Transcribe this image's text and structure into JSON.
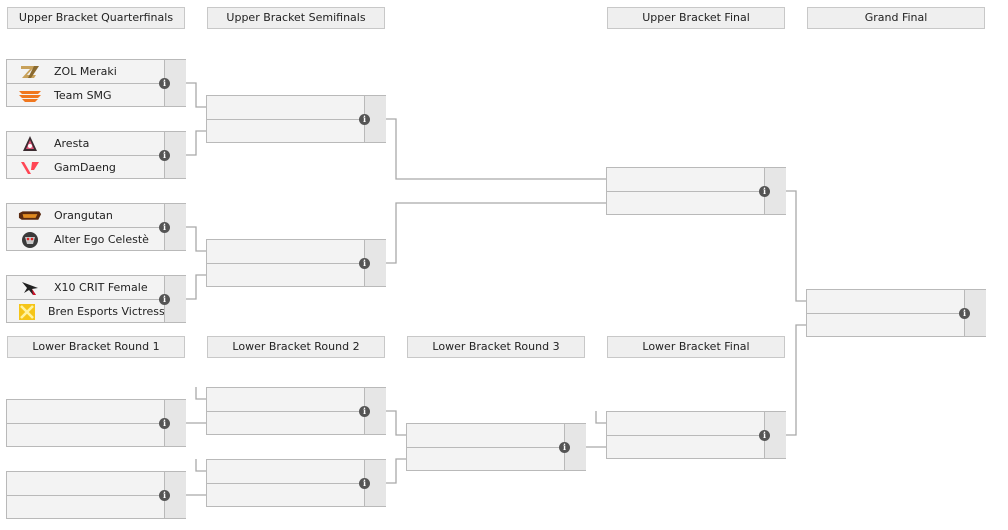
{
  "columns": {
    "ub_qf": "Upper Bracket Quarterfinals",
    "ub_sf": "Upper Bracket Semifinals",
    "ub_final": "Upper Bracket Final",
    "grand_final": "Grand Final",
    "lb_r1": "Lower Bracket Round 1",
    "lb_r2": "Lower Bracket Round 2",
    "lb_r3": "Lower Bracket Round 3",
    "lb_final": "Lower Bracket Final"
  },
  "info_glyph": "i",
  "ub_qf": [
    {
      "team1": {
        "name": "ZOL Meraki",
        "logo": "zol-meraki-logo"
      },
      "team2": {
        "name": "Team SMG",
        "logo": "team-smg-logo"
      }
    },
    {
      "team1": {
        "name": "Aresta",
        "logo": "aresta-logo"
      },
      "team2": {
        "name": "GamDaeng",
        "logo": "gamdaeng-logo"
      }
    },
    {
      "team1": {
        "name": "Orangutan",
        "logo": "orangutan-logo"
      },
      "team2": {
        "name": "Alter Ego Celestè",
        "logo": "alter-ego-logo"
      }
    },
    {
      "team1": {
        "name": "X10 CRIT Female",
        "logo": "x10-crit-logo"
      },
      "team2": {
        "name": "Bren Esports Victress",
        "logo": "bren-esports-logo"
      }
    }
  ],
  "colors": {
    "border": "#b9b9b9",
    "match_bg": "#f3f3f3",
    "header_bg": "#efefef",
    "line": "#a9a9a9",
    "info_icon": "#555555"
  }
}
